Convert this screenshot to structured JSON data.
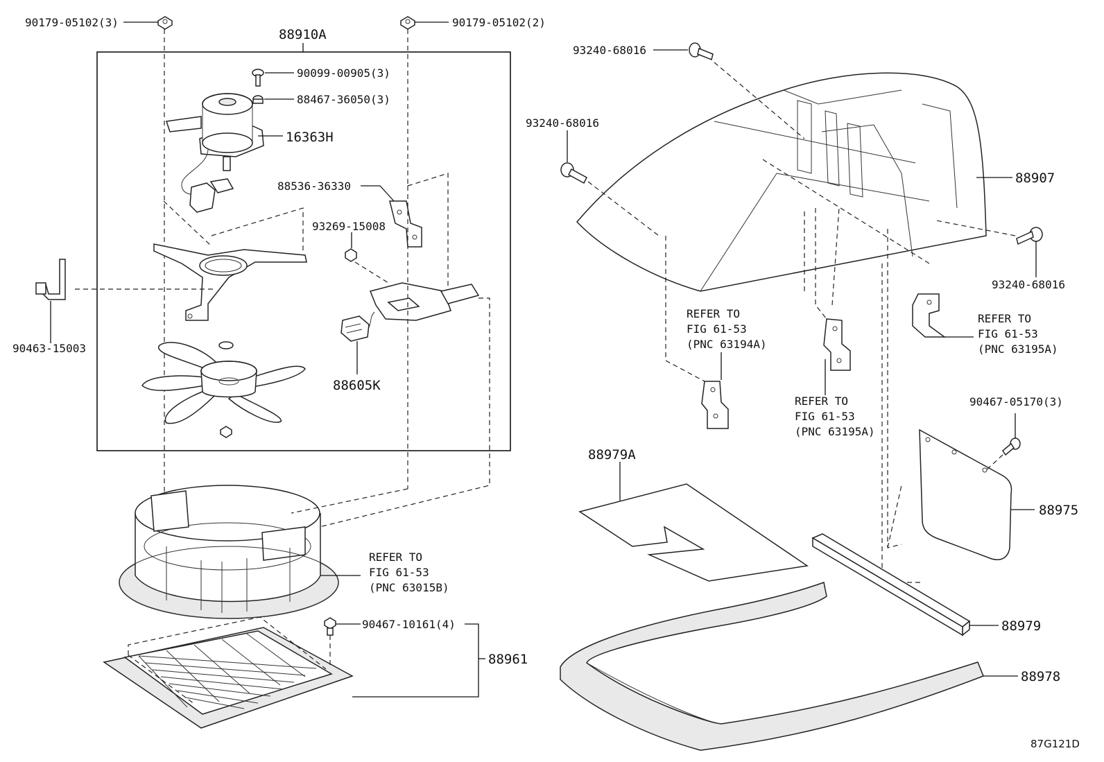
{
  "labels": {
    "p_90179_3": "90179-05102(3)",
    "p_90179_2": "90179-05102(2)",
    "p_88910A": "88910A",
    "p_90099": "90099-00905(3)",
    "p_88467": "88467-36050(3)",
    "p_16363H": "16363H",
    "p_88536": "88536-36330",
    "p_93269": "93269-15008",
    "p_90463": "90463-15003",
    "p_88605K": "88605K",
    "p_93240_a": "93240-68016",
    "p_93240_b": "93240-68016",
    "p_93240_c": "93240-68016",
    "p_88907": "88907",
    "p_90467_05170": "90467-05170(3)",
    "p_88979A": "88979A",
    "p_88975": "88975",
    "p_90467_10161": "90467-10161(4)",
    "p_88961": "88961",
    "p_88979": "88979",
    "p_88978": "88978"
  },
  "refs": {
    "r1": [
      "REFER TO",
      "FIG 61-53",
      "(PNC 63194A)"
    ],
    "r2": [
      "REFER TO",
      "FIG 61-53",
      "(PNC 63195A)"
    ],
    "r3": [
      "REFER TO",
      "FIG 61-53",
      "(PNC 63195A)"
    ],
    "r4": [
      "REFER TO",
      "FIG 61-53",
      "(PNC 63015B)"
    ]
  },
  "figure_code": "87G121D"
}
